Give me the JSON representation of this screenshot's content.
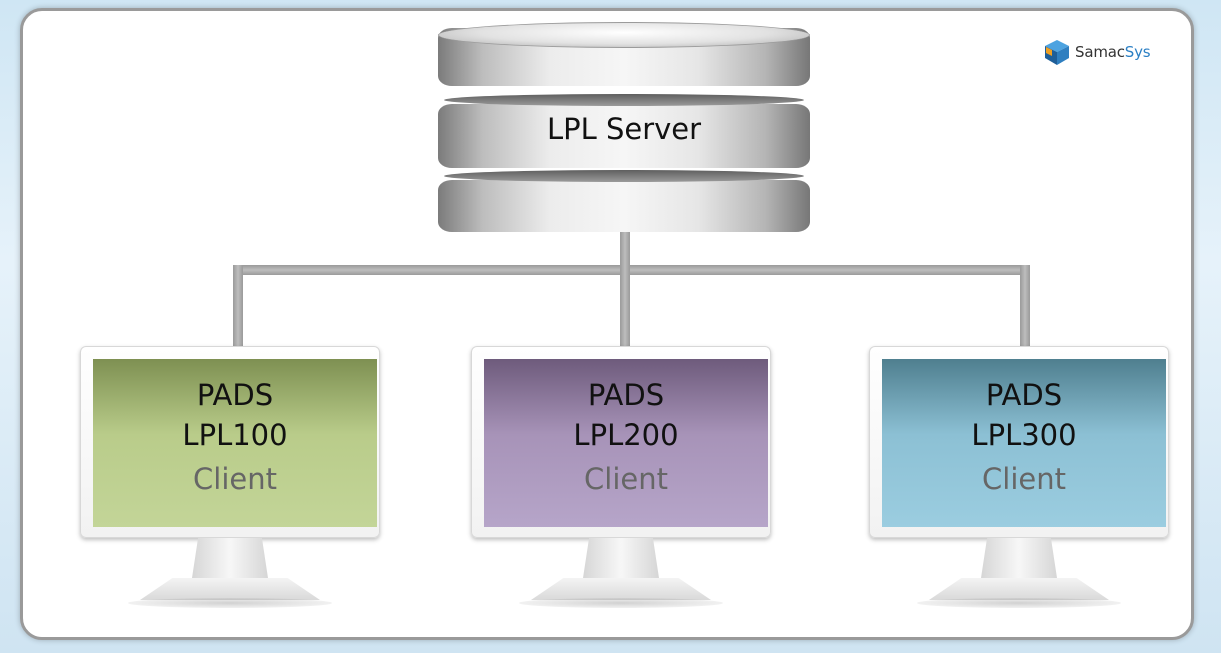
{
  "logo": {
    "brand_part1": "Samac",
    "brand_part2": "Sys"
  },
  "server": {
    "label": "LPL Server"
  },
  "clients": [
    {
      "title": "PADS",
      "model": "LPL100",
      "role": "Client",
      "color": "#b9cc8a"
    },
    {
      "title": "PADS",
      "model": "LPL200",
      "role": "Client",
      "color": "#a793b8"
    },
    {
      "title": "PADS",
      "model": "LPL300",
      "role": "Client",
      "color": "#8cc0d4"
    }
  ],
  "colors": {
    "panel_border": "#9a9a9a",
    "connector": "#a8a8a8",
    "background": "#cfe6f4"
  }
}
